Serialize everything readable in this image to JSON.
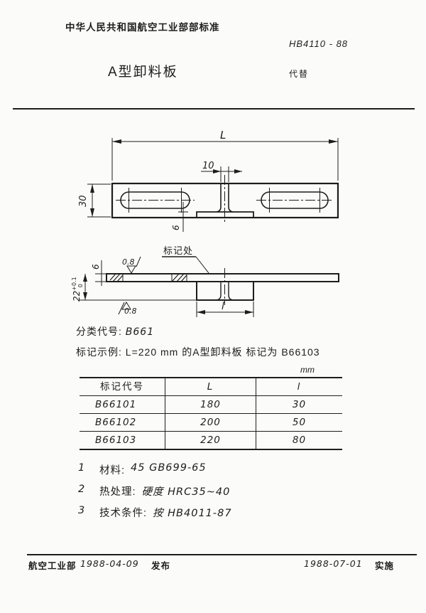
{
  "header": {
    "org": "中华人民共和国航空工业部部标准",
    "standard_no": "HB4110 - 88",
    "title": "A型卸料板",
    "supersedes_label": "代替"
  },
  "drawing": {
    "dim_L": "L",
    "dim_10": "10",
    "dim_30": "30",
    "dim_6_front": "6",
    "dim_6_side": "6",
    "dim_22": "22",
    "dim_22_sup": "+0.1",
    "dim_22_sub": "0",
    "dim_l": "l",
    "roughness_top": "0.8",
    "roughness_bottom": "0.8",
    "mark_label": "标记处"
  },
  "classification": {
    "label": "分类代号:",
    "value": "B661"
  },
  "example": {
    "label": "标记示例:",
    "value": "L=220 mm 的A型卸料板 标记为 B66103"
  },
  "table": {
    "unit": "mm",
    "headers": [
      "标记代号",
      "L",
      "l"
    ],
    "rows": [
      [
        "B66101",
        "180",
        "30"
      ],
      [
        "B66102",
        "200",
        "50"
      ],
      [
        "B66103",
        "220",
        "80"
      ]
    ]
  },
  "notes": [
    {
      "no": "1",
      "label": "材料:",
      "value": "45 GB699-65"
    },
    {
      "no": "2",
      "label": "热处理:",
      "value": "硬度 HRC35~40"
    },
    {
      "no": "3",
      "label": "技术条件:",
      "value": "按 HB4011-87"
    }
  ],
  "footer": {
    "org": "航空工业部",
    "issue_date": "1988-04-09",
    "issue_label": "发布",
    "impl_date": "1988-07-01",
    "impl_label": "实施"
  }
}
